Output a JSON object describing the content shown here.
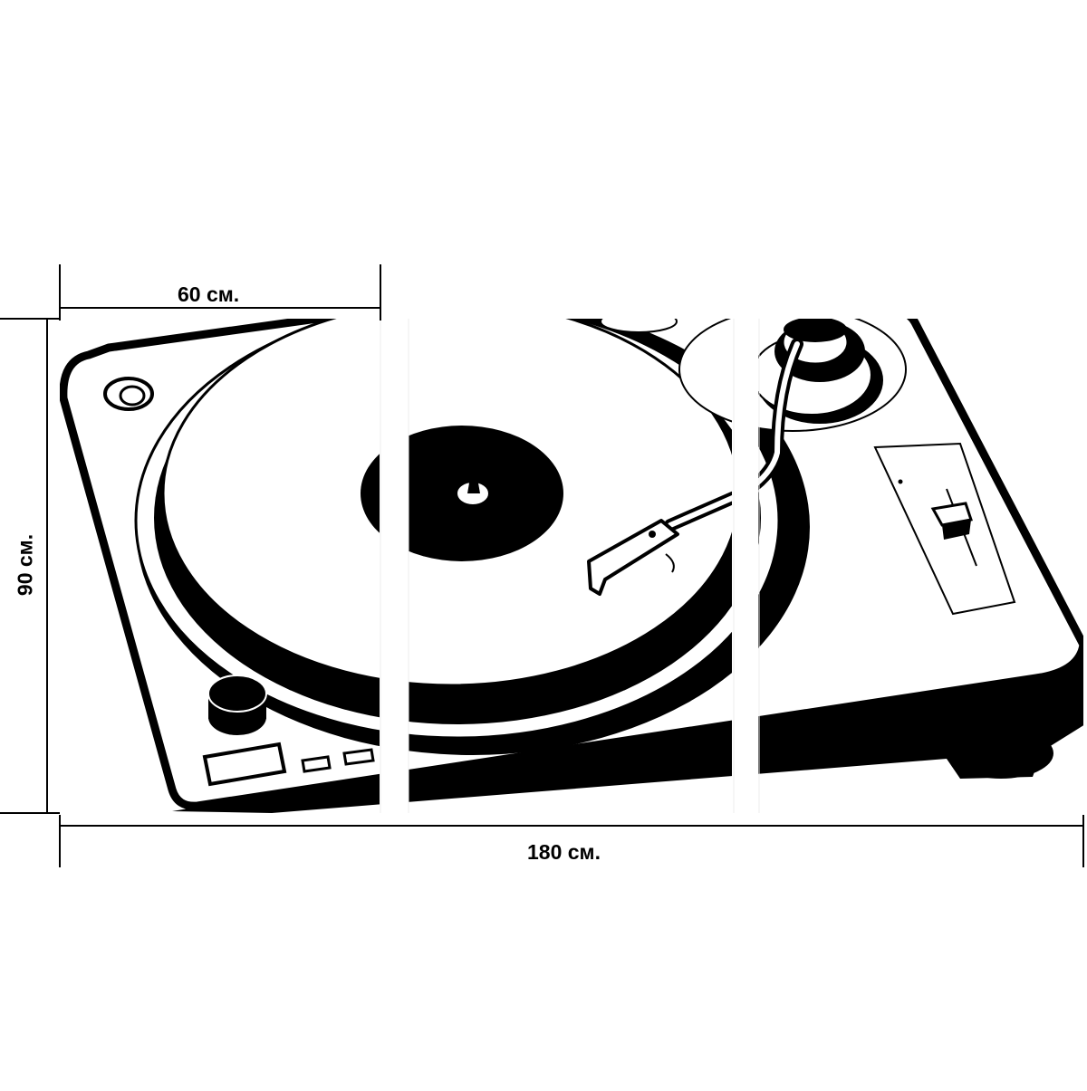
{
  "dimensions": {
    "panel_width": "60 см.",
    "height": "90 см.",
    "total_width": "180 см."
  },
  "artwork": {
    "subject": "turntable-icon",
    "panels": 3,
    "colors": {
      "ink": "#000000",
      "paper": "#ffffff"
    }
  }
}
